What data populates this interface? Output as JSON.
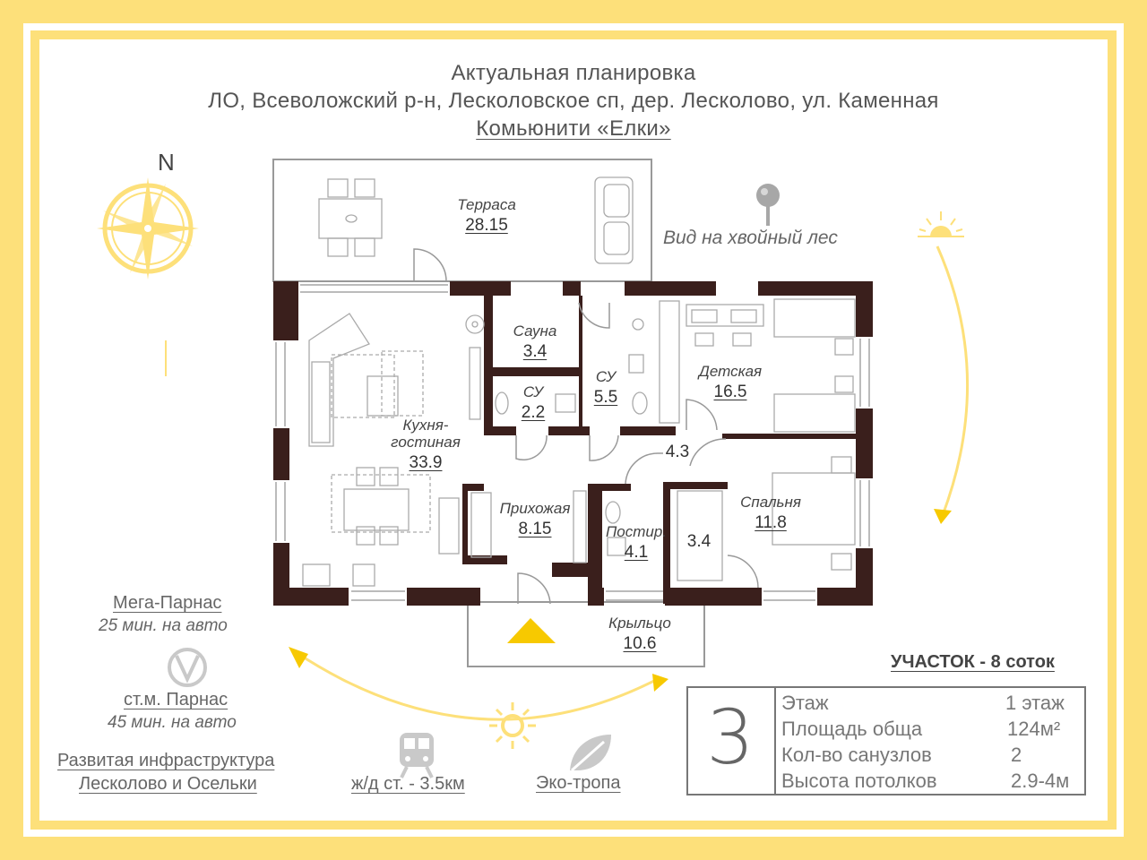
{
  "header": {
    "line1": "Актуальная планировка",
    "line2": "ЛО, Всеволожский р-н, Лесколовское сп, дер. Лесколово, ул. Каменная",
    "line3": "Комьюнити «Елки»"
  },
  "compass": {
    "north": "N"
  },
  "view_note": "Вид на хвойный лес",
  "rooms": {
    "terrace": {
      "name": "Терраса",
      "area": "28.15"
    },
    "kitchen": {
      "name_line1": "Кухня-",
      "name_line2": "гостиная",
      "area": "33.9"
    },
    "sauna": {
      "name": "Сауна",
      "area": "3.4"
    },
    "wc1": {
      "name": "СУ",
      "area": "2.2"
    },
    "wc2": {
      "name": "СУ",
      "area": "5.5"
    },
    "kids": {
      "name": "Детская",
      "area": "16.5"
    },
    "hall_small": {
      "area": "4.3"
    },
    "hallway": {
      "name": "Прихожая",
      "area": "8.15"
    },
    "laundry": {
      "name": "Постир.",
      "area": "4.1"
    },
    "closet": {
      "area": "3.4"
    },
    "bedroom": {
      "name": "Спальня",
      "area": "11.8"
    },
    "porch": {
      "name": "Крыльцо",
      "area": "10.6"
    }
  },
  "locations": {
    "mega": {
      "title": "Мега-Парнас",
      "time": "25 мин. на авто"
    },
    "metro": {
      "title": "ст.м. Парнас",
      "time": "45 мин. на авто"
    },
    "infra": {
      "line1": "Развитая инфраструктура",
      "line2": "Лесколово и Осельки"
    },
    "train": "ж/д ст. - 3.5км",
    "eco": "Эко-тропа"
  },
  "plot": "УЧАСТОК - 8 соток",
  "table": {
    "number": "3",
    "rows": [
      {
        "label": "Этаж",
        "value": "1 этаж"
      },
      {
        "label": "Площадь обща",
        "value": "124м²"
      },
      {
        "label": "Кол-во санузлов",
        "value": "2"
      },
      {
        "label": "Высота потолков",
        "value": "2.9-4м"
      }
    ]
  },
  "colors": {
    "frame": "#fde07a",
    "wall": "#3a1f1c",
    "accent": "#f7c900",
    "text": "#555555"
  },
  "icons": [
    "compass-rose-icon",
    "map-pin-icon",
    "sun-icon",
    "metro-icon",
    "train-icon",
    "leaf-icon",
    "entrance-arrow-icon"
  ]
}
